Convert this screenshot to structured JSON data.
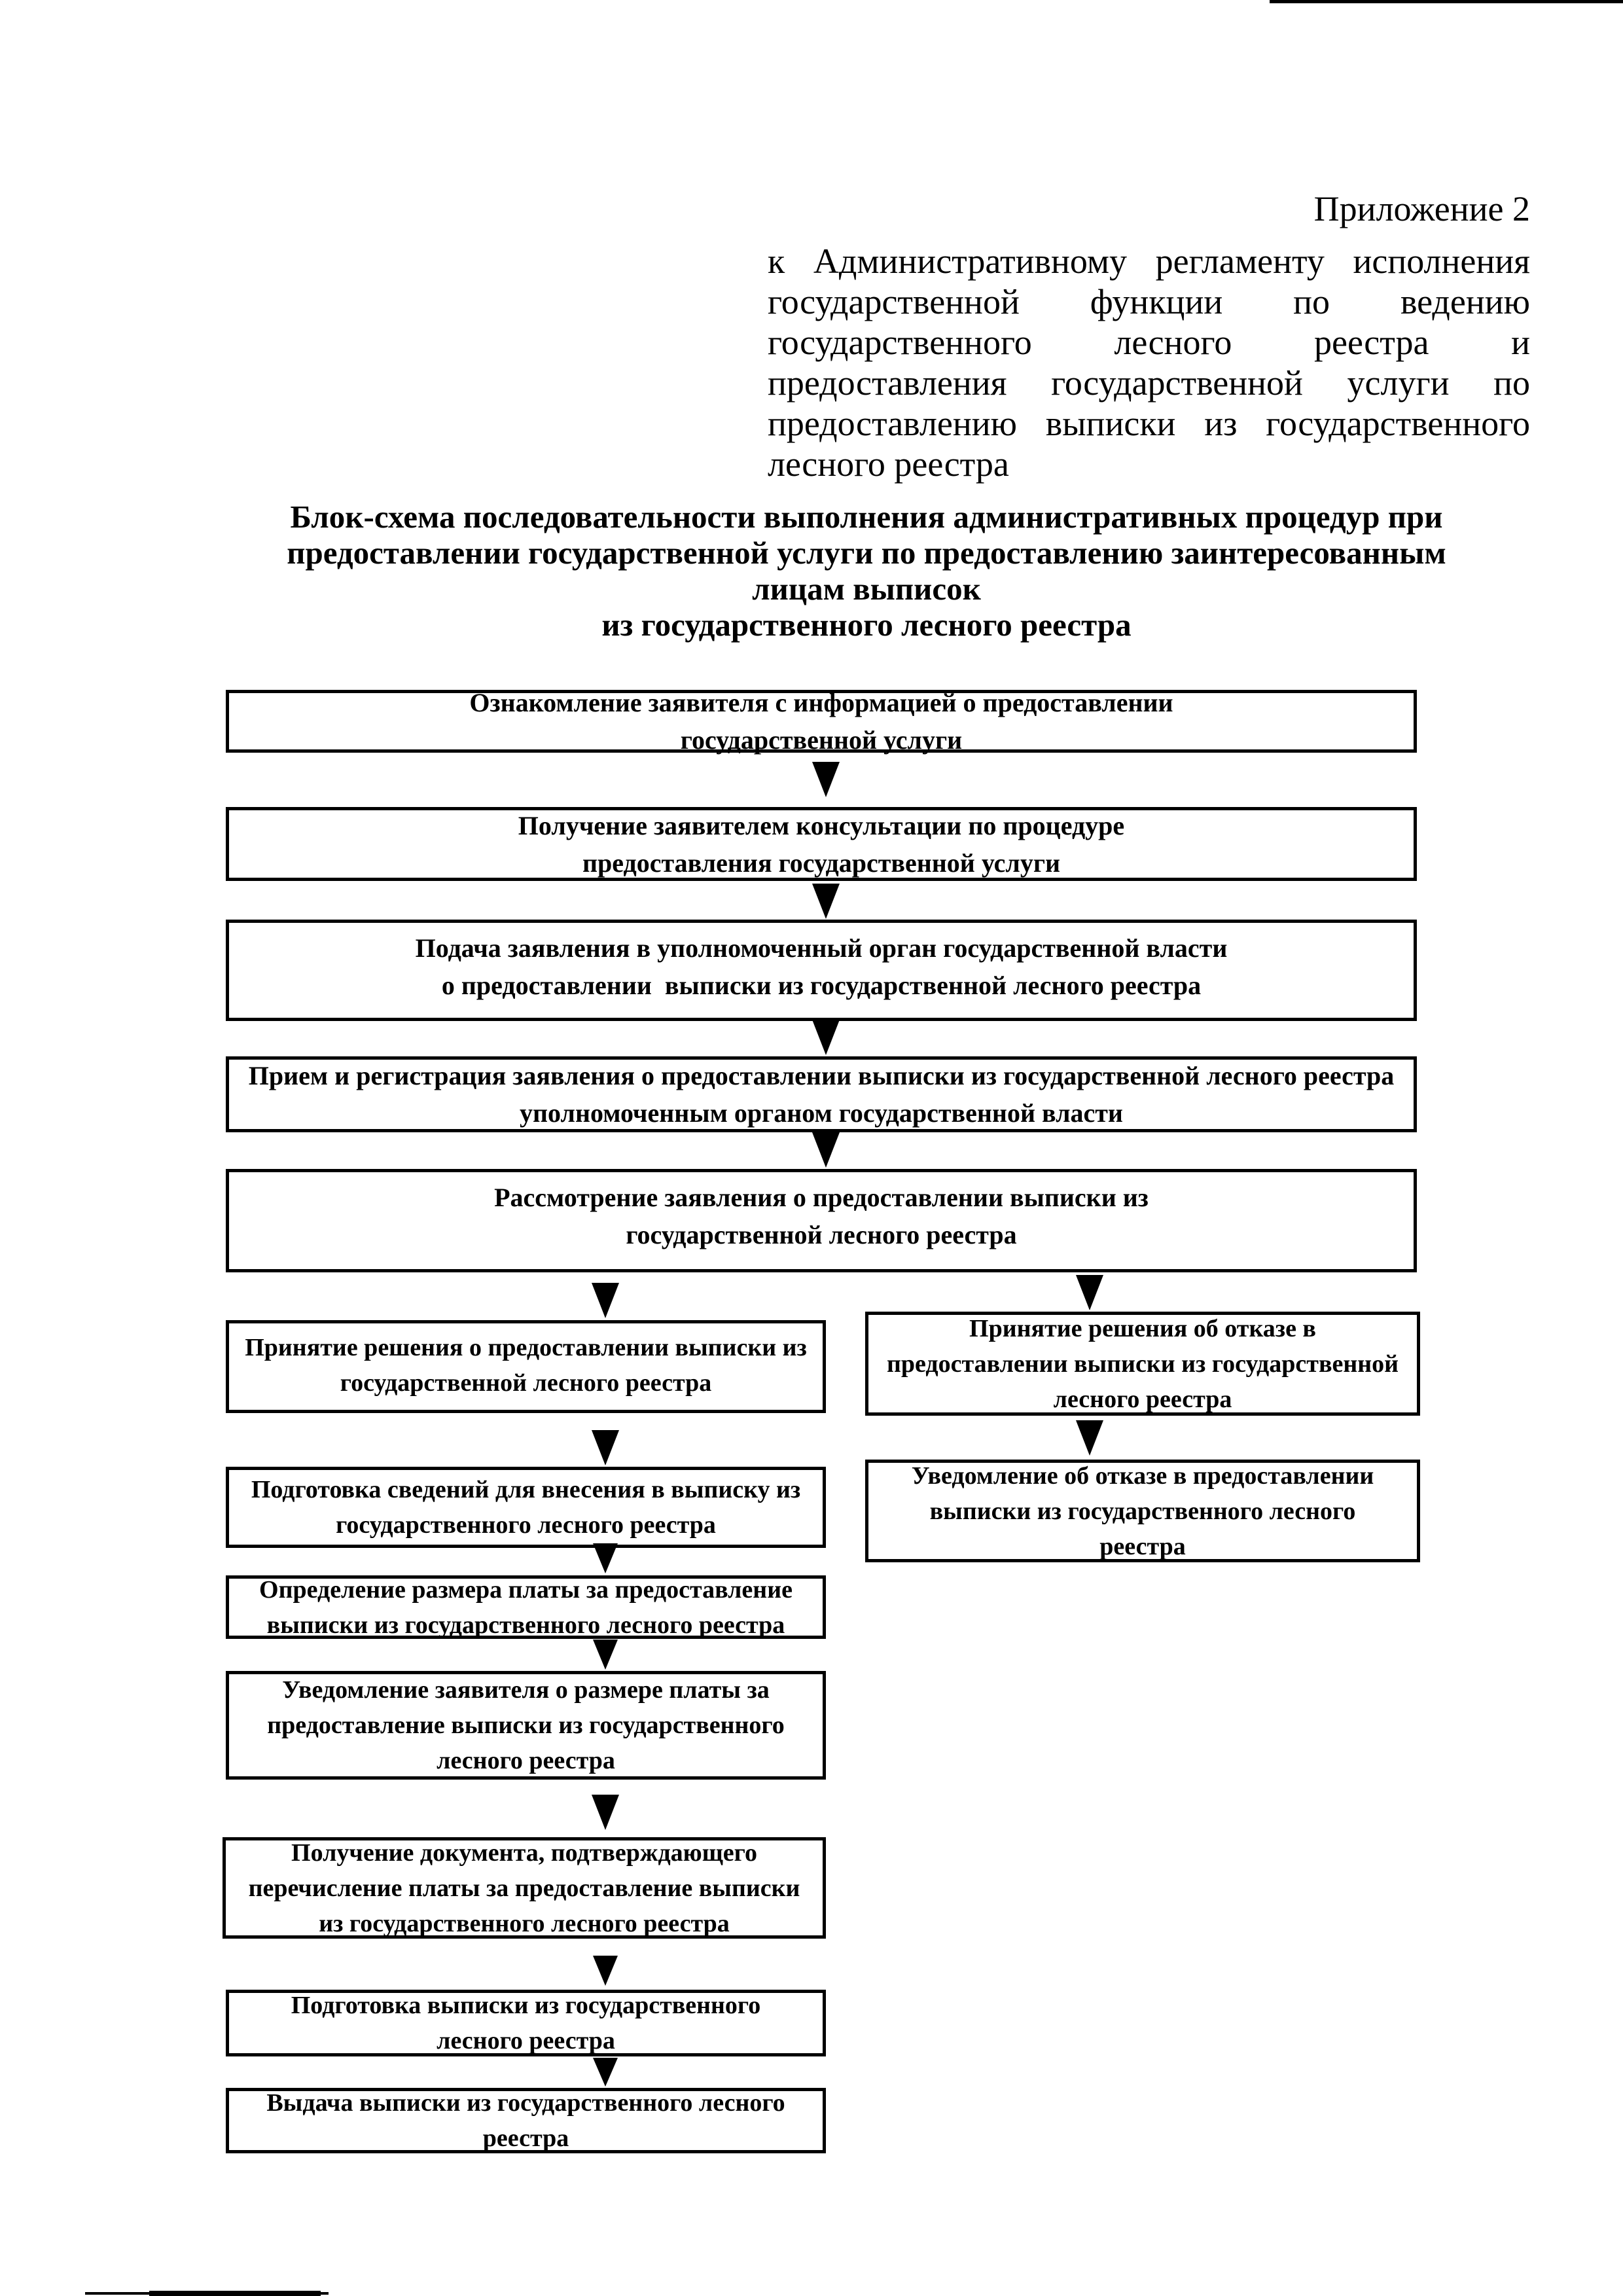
{
  "document": {
    "appendix_label": "Приложение 2",
    "regulation_note_lines": [
      "к Административному регламенту исполнения",
      "государственной функции по ведению",
      "государственного лесного реестра и",
      "предоставления государственной услуги по",
      "предоставлению выписки из государственного",
      "лесного реестра"
    ],
    "title_lines": [
      "Блок-схема последовательности выполнения административных процедур при",
      "предоставлении государственной услуги по предоставлению заинтересованным",
      "лицам выписок",
      "из государственного лесного реестра"
    ]
  },
  "flowchart": {
    "boxes": [
      {
        "id": "familiarization",
        "lines": [
          "Ознакомление заявителя с информацией о предоставлении",
          "государственной услуги"
        ]
      },
      {
        "id": "consultation",
        "lines": [
          "Получение заявителем консультации по процедуре",
          "предоставления государственной услуги"
        ]
      },
      {
        "id": "application-submission",
        "lines": [
          "Подача заявления в уполномоченный орган государственной власти",
          "о предоставлении  выписки из государственной лесного реестра"
        ]
      },
      {
        "id": "application-registration",
        "lines": [
          "Прием и регистрация заявления о предоставлении выписки из государственной лесного реестра",
          "уполномоченным органом государственной власти"
        ]
      },
      {
        "id": "application-review",
        "lines": [
          "Рассмотрение заявления о предоставлении выписки из",
          "государственной лесного реестра"
        ]
      },
      {
        "id": "decision-grant",
        "lines": [
          "Принятие решения о предоставлении выписки из",
          "государственной лесного реестра"
        ]
      },
      {
        "id": "decision-refusal",
        "lines": [
          "Принятие решения об отказе в",
          "предоставлении выписки из государственной",
          "лесного реестра"
        ]
      },
      {
        "id": "data-preparation",
        "lines": [
          "Подготовка сведений для внесения в выписку из",
          "государственного лесного реестра"
        ]
      },
      {
        "id": "refusal-notification",
        "lines": [
          "Уведомление об отказе в предоставлении",
          "выписки из государственного лесного",
          "реестра"
        ]
      },
      {
        "id": "fee-determination",
        "lines": [
          "Определение размера платы за предоставление",
          "выписки из государственного лесного реестра"
        ]
      },
      {
        "id": "fee-notification",
        "lines": [
          "Уведомление заявителя о размере платы за",
          "предоставление выписки из государственного",
          "лесного реестра"
        ]
      },
      {
        "id": "payment-confirmation",
        "lines": [
          "Получение документа, подтверждающего",
          "перечисление платы за предоставление выписки",
          "из государственного лесного реестра"
        ]
      },
      {
        "id": "extract-preparation",
        "lines": [
          "Подготовка выписки из государственного",
          "лесного реестра"
        ]
      },
      {
        "id": "extract-issuance",
        "lines": [
          "Выдача выписки из государственного лесного",
          "реестра"
        ]
      }
    ]
  }
}
